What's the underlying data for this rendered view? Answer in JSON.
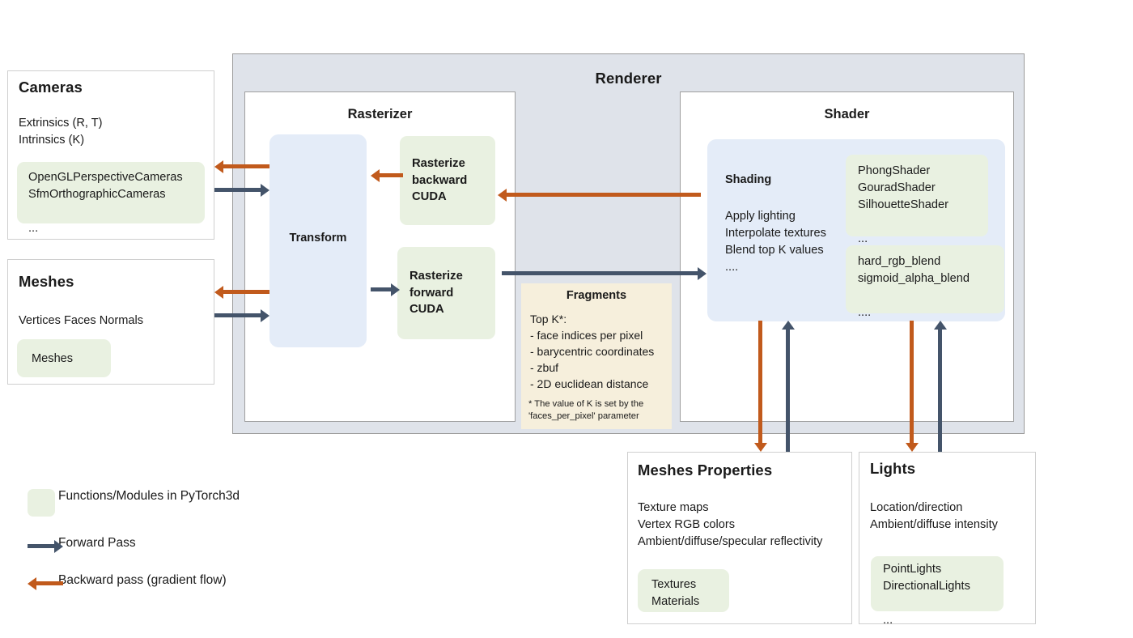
{
  "renderer": {
    "title": "Renderer",
    "rasterizer": {
      "title": "Rasterizer",
      "transform_label": "Transform",
      "rasterize_backward": "Rasterize\nbackward\nCUDA",
      "rasterize_forward": "Rasterize\nforward\nCUDA"
    },
    "fragments": {
      "title": "Fragments",
      "body": "Top K*:\n- face indices per pixel\n- barycentric coordinates\n- zbuf\n- 2D euclidean distance",
      "footnote": "* The value of K is set by the\n'faces_per_pixel' parameter"
    },
    "shader": {
      "title": "Shader",
      "shading_title": "Shading",
      "shading_body": "Apply lighting\nInterpolate textures\nBlend top K values\n....",
      "shaders_list": "PhongShader\nGouradShader\nSilhouetteShader\n\n...",
      "blend_list": "hard_rgb_blend\nsigmoid_alpha_blend\n\n...."
    }
  },
  "cameras": {
    "title": "Cameras",
    "body": "Extrinsics (R, T)\nIntrinsics (K)",
    "modules": "OpenGLPerspectiveCameras\nSfmOrthographicCameras\n\n..."
  },
  "meshes": {
    "title": "Meshes",
    "body": "Vertices    Faces    Normals",
    "modules": "Meshes"
  },
  "meshes_properties": {
    "title": "Meshes Properties",
    "body": "Texture maps\nVertex RGB colors\nAmbient/diffuse/specular reflectivity\n\n...",
    "modules": "Textures\nMaterials"
  },
  "lights": {
    "title": "Lights",
    "body": "Location/direction\nAmbient/diffuse intensity",
    "modules": "PointLights\nDirectionalLights\n\n..."
  },
  "legend": {
    "items": [
      {
        "label": "Functions/Modules in PyTorch3d",
        "kind": "swatch"
      },
      {
        "label": "Forward Pass",
        "kind": "forward-arrow"
      },
      {
        "label": "Backward pass (gradient flow)",
        "kind": "backward-arrow"
      }
    ]
  },
  "colors": {
    "forward": "#44546a",
    "backward": "#c15a1c",
    "module_green": "#e9f1e1",
    "transform_blue": "#e4ecf8",
    "fragments_cream": "#f6efdc",
    "renderer_gray": "#dfe3ea"
  }
}
